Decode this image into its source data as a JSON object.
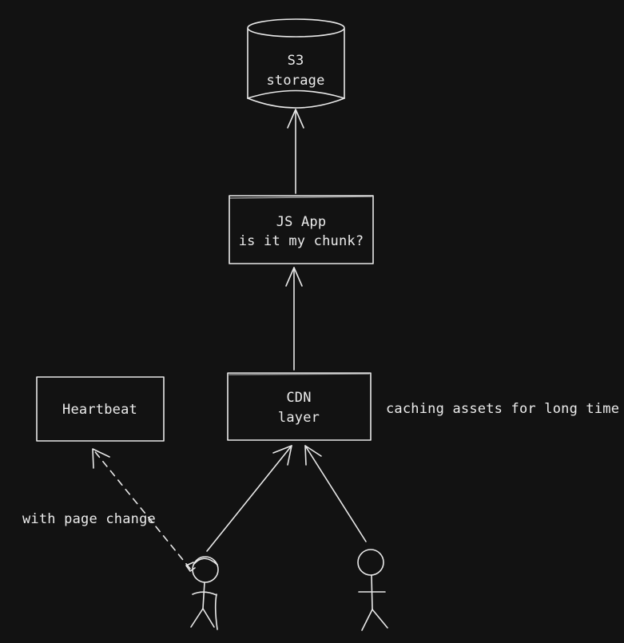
{
  "diagram": {
    "nodes": {
      "s3": {
        "line1": "S3",
        "line2": "storage"
      },
      "js_app": {
        "line1": "JS App",
        "line2": "is it my chunk?"
      },
      "cdn": {
        "line1": "CDN",
        "line2": "layer"
      },
      "heartbeat": {
        "line1": "Heartbeat"
      }
    },
    "annotations": {
      "cdn_note": "caching assets for long time",
      "heartbeat_note": "with page change"
    },
    "edges": [
      {
        "from": "js_app",
        "to": "s3",
        "style": "solid"
      },
      {
        "from": "cdn",
        "to": "js_app",
        "style": "solid"
      },
      {
        "from": "user_with_cane",
        "to": "cdn",
        "style": "solid"
      },
      {
        "from": "user",
        "to": "cdn",
        "style": "solid"
      },
      {
        "from": "user_with_cane",
        "to": "heartbeat",
        "style": "dashed"
      }
    ],
    "colors": {
      "background": "#121212",
      "stroke": "#e8e8e8"
    }
  }
}
